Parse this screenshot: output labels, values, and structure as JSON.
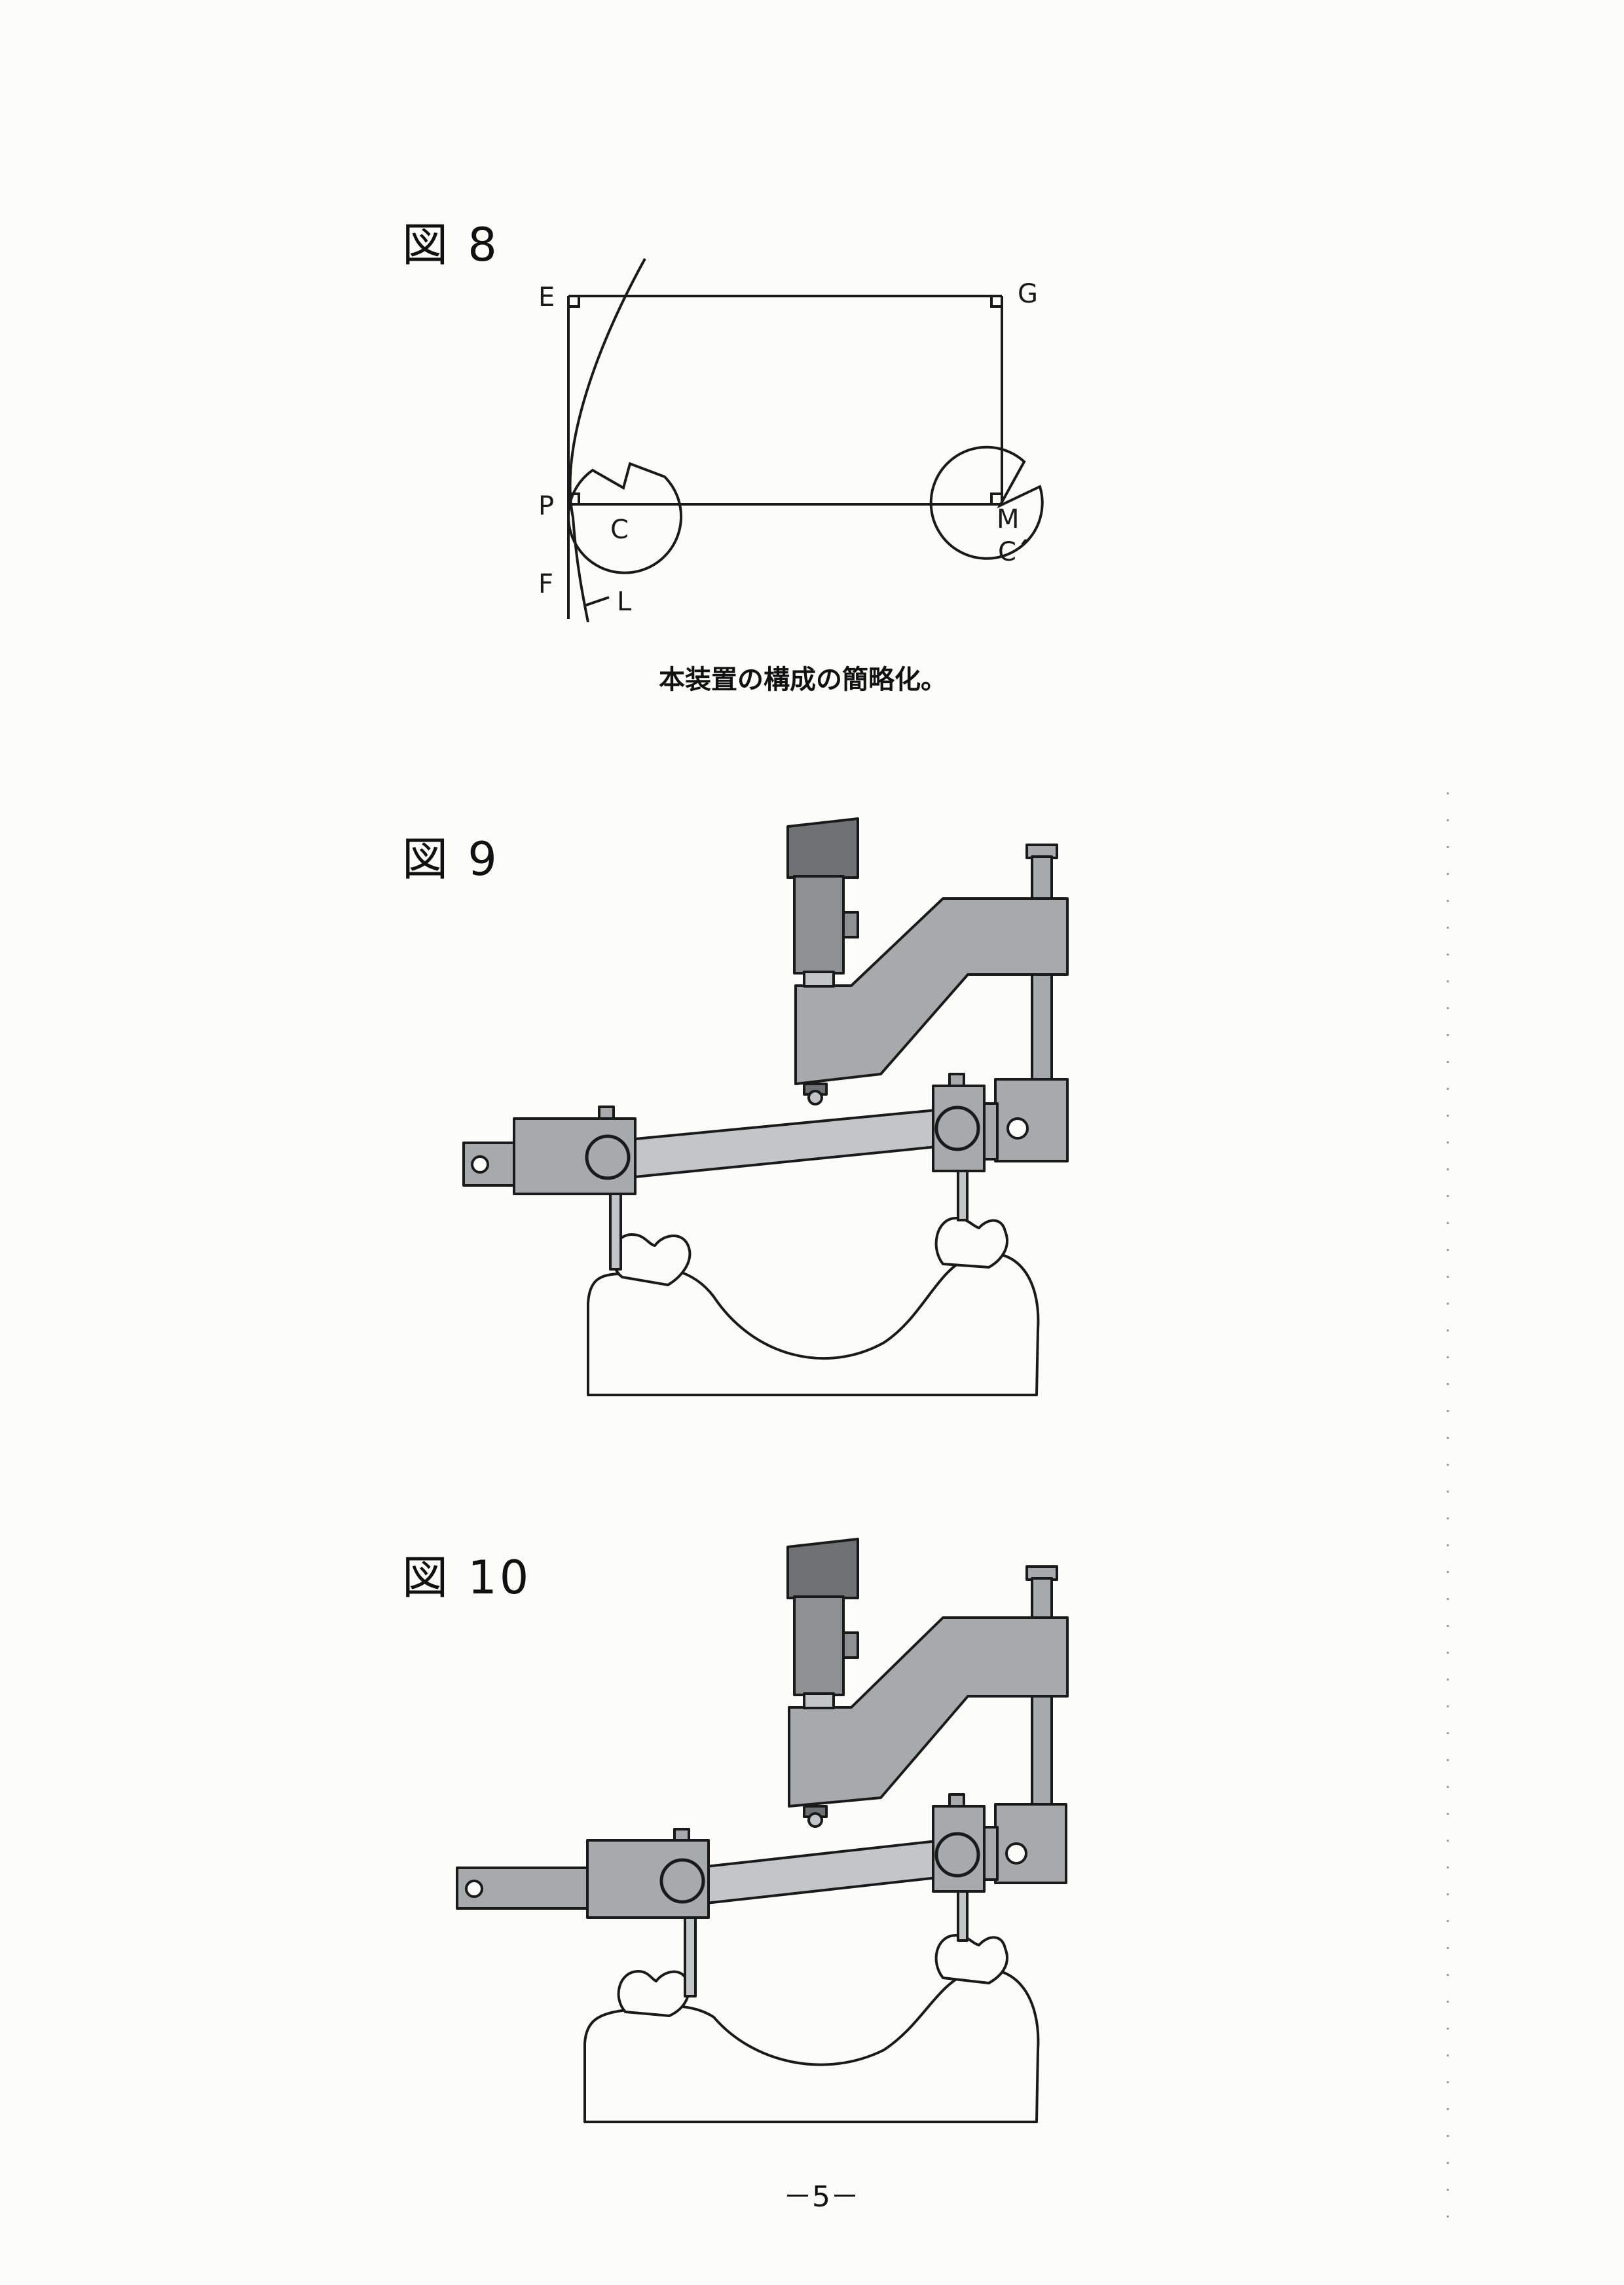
{
  "figure8": {
    "title": "図 8",
    "labels": {
      "E": "E",
      "G": "G",
      "P": "P",
      "F": "F",
      "L": "L",
      "C": "C",
      "M": "M",
      "C2": "C´"
    },
    "caption": "本装置の構成の簡略化。"
  },
  "figure9": {
    "title": "図 9"
  },
  "figure10": {
    "title": "図 10"
  },
  "page_number": "－5－",
  "colors": {
    "metal": "#a7a9ab",
    "metal_dark": "#6f7173",
    "ink": "#1a1a1a",
    "paper": "#fcfcfb"
  }
}
